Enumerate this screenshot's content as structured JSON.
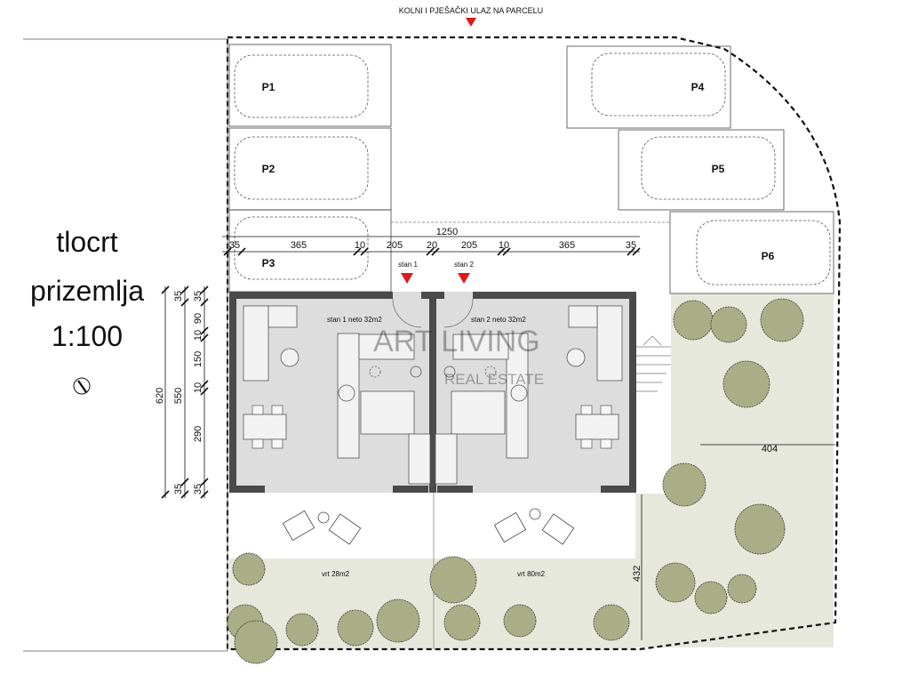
{
  "plan": {
    "title_line1": "tlocrt",
    "title_line2": "prizemlja",
    "scale": "1:100",
    "entrance_label": "KOLNI I PJEŠAČKI ULAZ NA PARCELU",
    "watermark_main": "ART LIVING",
    "watermark_sub": "REAL ESTATE"
  },
  "parking": [
    "P1",
    "P2",
    "P3",
    "P4",
    "P5",
    "P6"
  ],
  "units": {
    "stan1_entry": "stan 1",
    "stan2_entry": "stan 2",
    "stan1_label": "stan 1  neto 32m2",
    "stan2_label": "stan 2  neto 32m2"
  },
  "gardens": {
    "left": "vrt  28m2",
    "right": "vrt  80m2"
  },
  "dimensions": {
    "total_width": "1250",
    "horizontal": [
      "35",
      "365",
      "10",
      "205",
      "20",
      "205",
      "10",
      "365",
      "35"
    ],
    "vertical_total": "620",
    "vertical_inner": "550",
    "vertical": [
      "35",
      "90",
      "10",
      "150",
      "10",
      "290",
      "35"
    ],
    "vertical_top_b": "35",
    "vertical_top_b2": "10",
    "garden_depth": "432",
    "right_garden_width": "404"
  },
  "colors": {
    "floor": "#dddddd",
    "wall": "#4a4a4a",
    "garden": "#e6e8dc",
    "tree_fill": "#a9ae86",
    "tree_stroke": "#3c3c3c",
    "arrow": "#e01818",
    "line": "#111111"
  }
}
